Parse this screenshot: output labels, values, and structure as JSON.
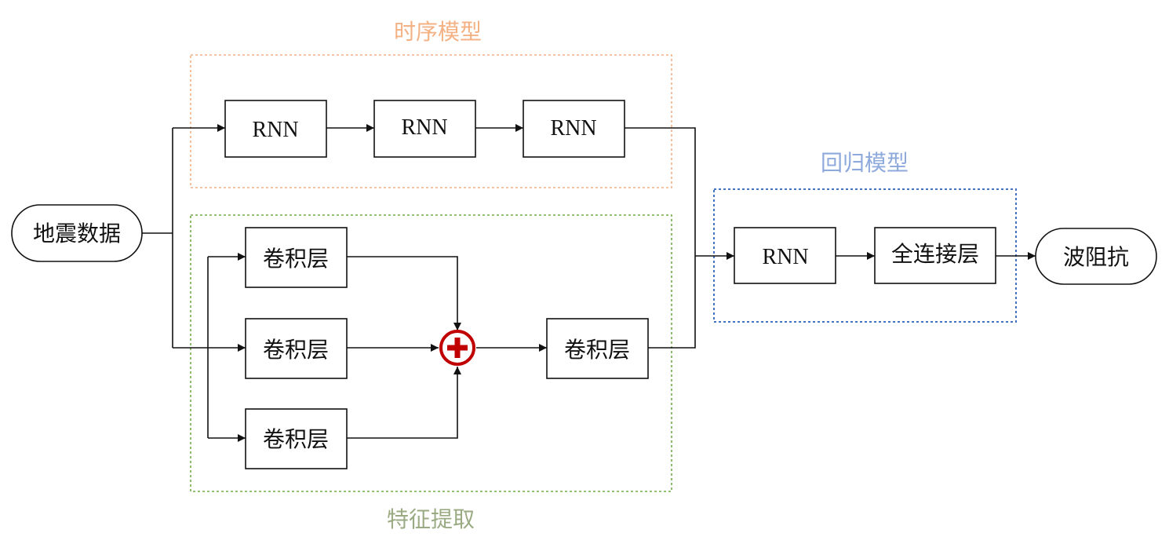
{
  "groups": {
    "temporal": {
      "label": "时序模型",
      "color": "#f4b183"
    },
    "feature": {
      "label": "特征提取",
      "color": "#9aaa82"
    },
    "regression": {
      "label": "回归模型",
      "color": "#8ea9db"
    }
  },
  "border_colors": {
    "temporal": "#f4b183",
    "feature": "#70ad47",
    "regression": "#4472c4"
  },
  "nodes": {
    "input": "地震数据",
    "rnn1": "RNN",
    "rnn2": "RNN",
    "rnn3": "RNN",
    "conv1": "卷积层",
    "conv2": "卷积层",
    "conv3": "卷积层",
    "conv_out": "卷积层",
    "rnn_reg": "RNN",
    "fc": "全连接层",
    "output": "波阻抗"
  },
  "icons": {
    "add": "add-circle-icon"
  },
  "add_color": "#c00000"
}
